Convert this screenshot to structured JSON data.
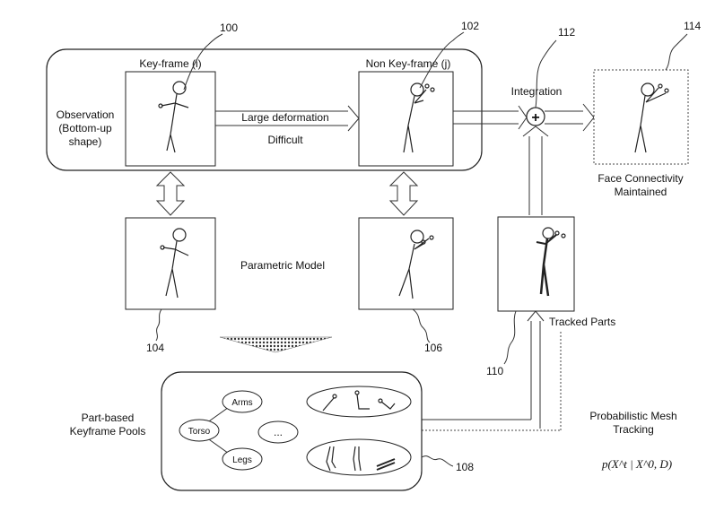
{
  "references": {
    "r100": "100",
    "r102": "102",
    "r104": "104",
    "r106": "106",
    "r108": "108",
    "r110": "110",
    "r112": "112",
    "r114": "114"
  },
  "labels": {
    "keyframe": "Key-frame (i)",
    "nonkeyframe": "Non Key-frame (j)",
    "observation_line1": "Observation",
    "observation_line2": "(Bottom-up",
    "observation_line3": "shape)",
    "large_deformation": "Large deformation",
    "difficult": "Difficult",
    "integration": "Integration",
    "integration_symbol": "+",
    "face_conn_line1": "Face Connectivity",
    "face_conn_line2": "Maintained",
    "parametric_model": "Parametric Model",
    "tracked_parts": "Tracked Parts",
    "pools_line1": "Part-based",
    "pools_line2": "Keyframe Pools",
    "arms": "Arms",
    "torso": "Torso",
    "legs": "Legs",
    "ellipsis": "...",
    "prob_line1": "Probabilistic Mesh",
    "prob_line2": "Tracking",
    "formula": "p(X^t | X^0, D)"
  },
  "colors": {
    "stroke": "#222222",
    "triangle": "#555555",
    "background": "#ffffff"
  }
}
